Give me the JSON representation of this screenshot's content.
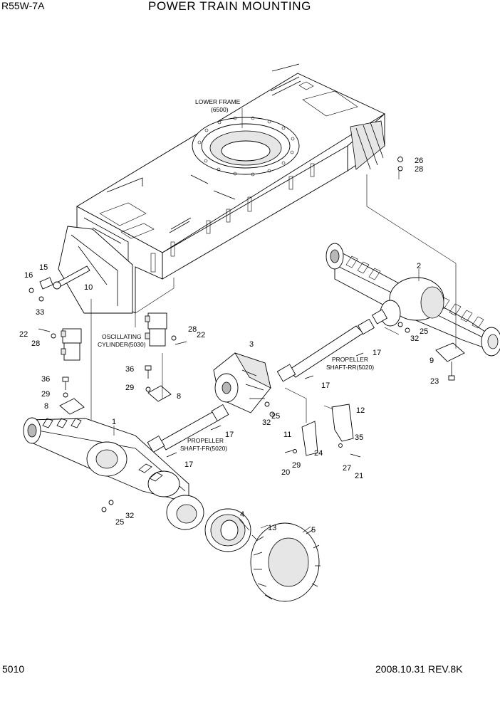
{
  "header": {
    "model": "R55W-7A",
    "title": "POWER TRAIN MOUNTING"
  },
  "footer": {
    "page": "5010",
    "date_rev": "2008.10.31  REV.8K"
  },
  "labels": {
    "lower_frame": "LOWER FRAME",
    "lower_frame_ref": "(6500)",
    "oscillating": "OSCILLATING",
    "cylinder": "CYLINDER(5030)",
    "propeller_rr": "PROPELLER",
    "shaft_rr": "SHAFT-RR(5020)",
    "propeller_fr": "PROPELLER",
    "shaft_fr": "SHAFT-FR(5020)"
  },
  "callouts": {
    "c26": "26",
    "c28a": "28",
    "c2": "2",
    "c15": "15",
    "c16": "16",
    "c10": "10",
    "c33": "33",
    "c22a": "22",
    "c28b": "28",
    "c28c": "28",
    "c22b": "22",
    "c3": "3",
    "c25a": "25",
    "c32a": "32",
    "c17a": "17",
    "c9": "9",
    "c23": "23",
    "c36a": "36",
    "c36b": "36",
    "c29a": "29",
    "c29b": "29",
    "c8a": "8",
    "c8b": "8",
    "c17b": "17",
    "c25b": "25",
    "c32b": "32",
    "c12": "12",
    "c1": "1",
    "c17c": "17",
    "c11": "11",
    "c35": "35",
    "c17d": "17",
    "c24": "24",
    "c20": "20",
    "c29c": "29",
    "c27": "27",
    "c21": "21",
    "c32c": "32",
    "c25c": "25",
    "c4": "4",
    "c13": "13",
    "c5": "5"
  },
  "colors": {
    "line": "#000000",
    "background": "#ffffff",
    "shade": "#b8b8b8",
    "light_shade": "#e6e6e6"
  }
}
